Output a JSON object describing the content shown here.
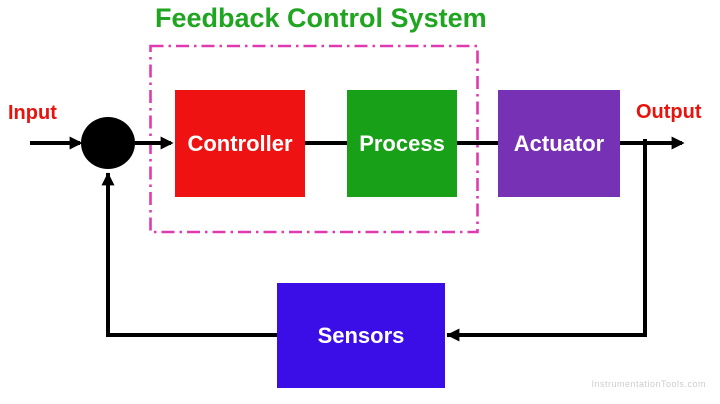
{
  "title": "Feedback Control System",
  "labels": {
    "input": "Input",
    "output": "Output"
  },
  "blocks": {
    "controller": {
      "label": "Controller",
      "color": "#EE1212"
    },
    "process": {
      "label": "Process",
      "color": "#18A018"
    },
    "actuator": {
      "label": "Actuator",
      "color": "#7631B4"
    },
    "sensors": {
      "label": "Sensors",
      "color": "#3B0EE8"
    }
  },
  "junction": {
    "shape": "filled-circle",
    "color": "#000000",
    "role": "summing-junction"
  },
  "dashed_group": {
    "members": [
      "Controller",
      "Process"
    ],
    "border_color": "#E03AB0",
    "border_style": "dash-dot"
  },
  "connections": [
    "Input -> summing junction",
    "summing junction -> Controller",
    "Controller -> Process",
    "Process -> Actuator",
    "Actuator -> Output",
    "Output branch -> Sensors",
    "Sensors -> summing junction (feedback)"
  ],
  "colors": {
    "title_green": "#1FA51F",
    "label_red": "#E8130D",
    "line_black": "#000000",
    "dashed_magenta": "#E03AB0",
    "watermark_gray": "#CDCDCD"
  },
  "watermark": "InstrumentationTools.com"
}
